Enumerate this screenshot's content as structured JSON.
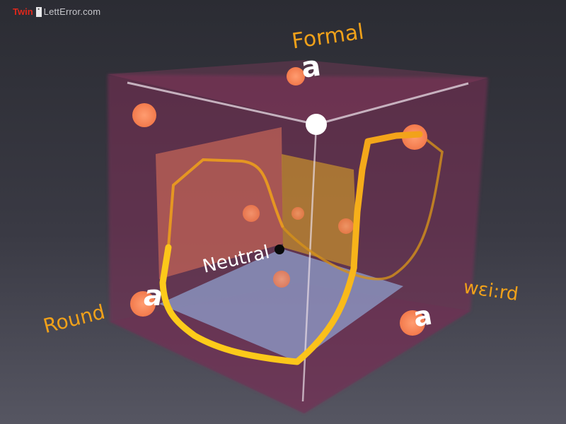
{
  "brand": {
    "name": "Twin",
    "site": "LettError.com"
  },
  "axes": {
    "formal": "Formal",
    "round": "Round",
    "weird": "wεi:rd"
  },
  "center_label": "Neutral",
  "glyphs": {
    "top": "a",
    "left": "a",
    "right": "a"
  },
  "colors": {
    "accent": "#f0a11a",
    "path": "#ffc21a",
    "dot": "#f6845a",
    "cube": "#8e3c60",
    "brand_red": "#e0281c"
  }
}
